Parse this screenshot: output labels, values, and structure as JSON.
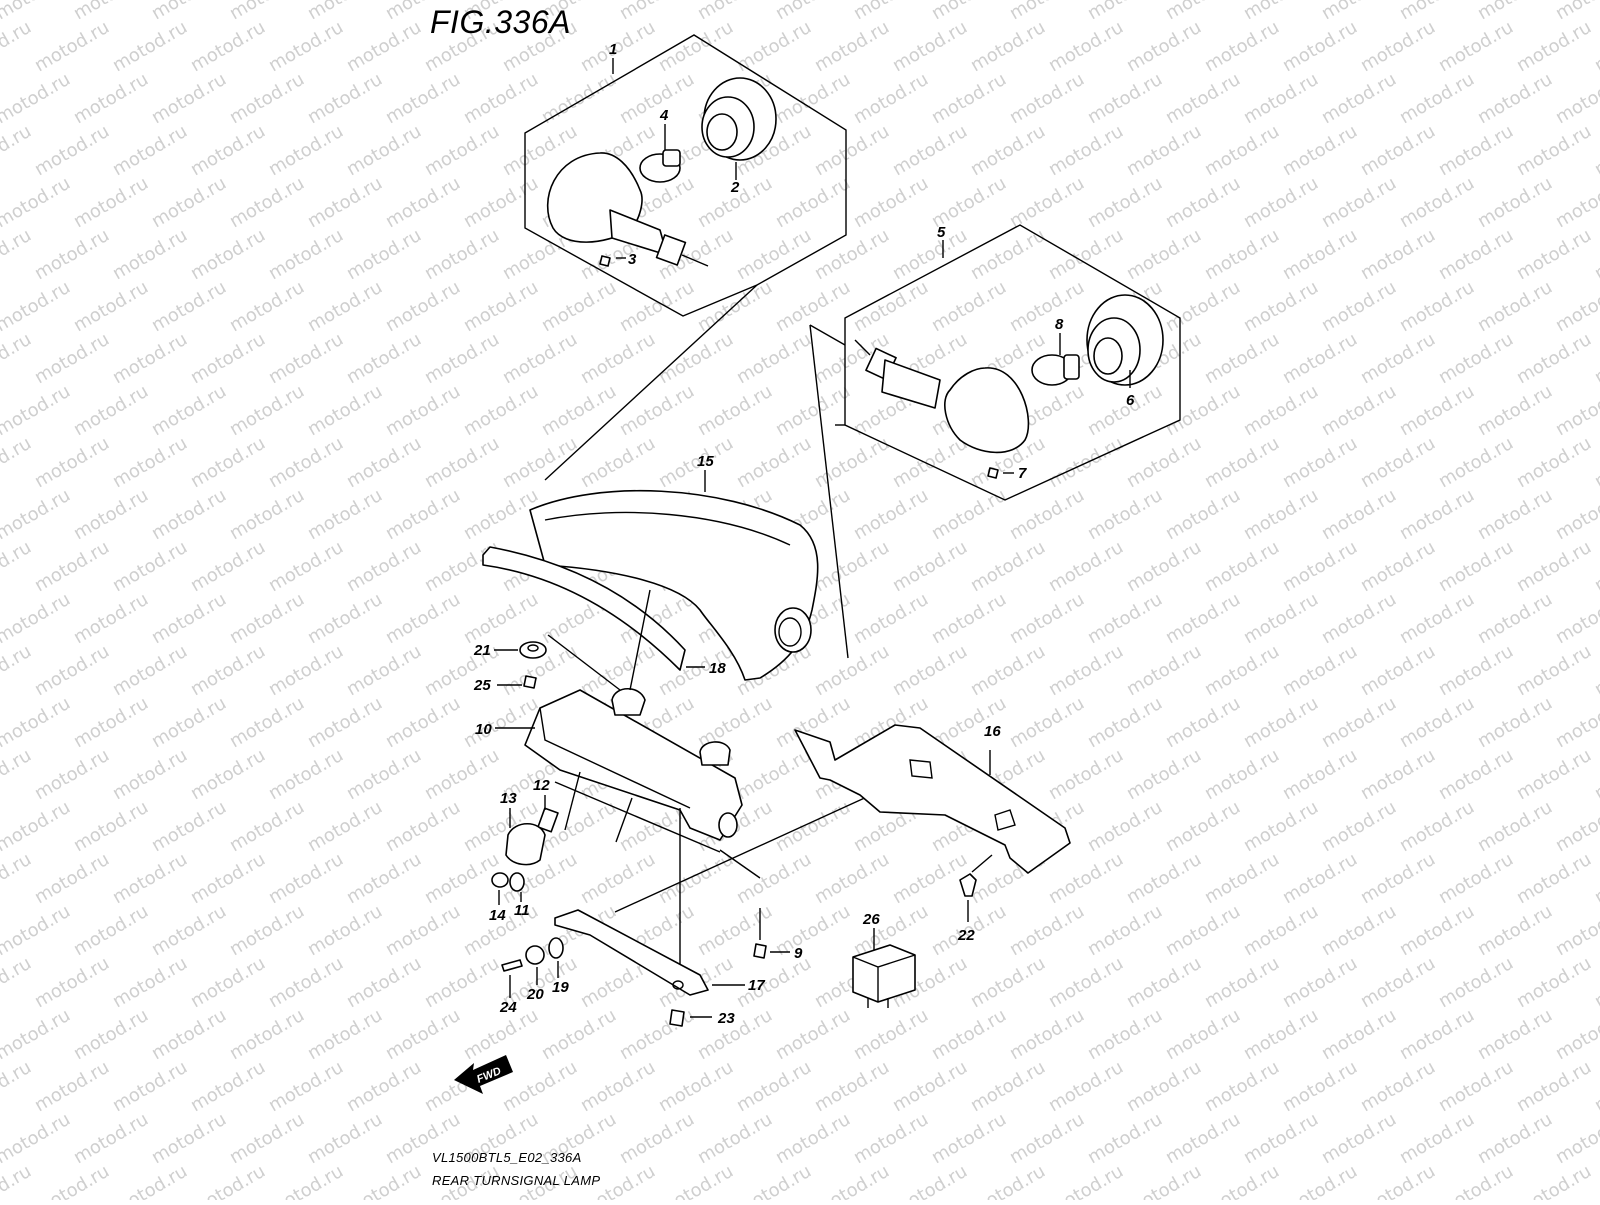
{
  "figure": {
    "title": "FIG.336A",
    "model_code": "VL1500BTL5_E02_336A",
    "name": "REAR TURNSIGNAL LAMP",
    "watermark": "motod.ru",
    "fwd_label": "FWD"
  },
  "part_numbers": {
    "p1": "1",
    "p2": "2",
    "p3": "3",
    "p4": "4",
    "p5": "5",
    "p6": "6",
    "p7": "7",
    "p8": "8",
    "p9": "9",
    "p10": "10",
    "p11": "11",
    "p12": "12",
    "p13": "13",
    "p14": "14",
    "p15": "15",
    "p16": "16",
    "p17": "17",
    "p18": "18",
    "p19": "19",
    "p20": "20",
    "p21": "21",
    "p22": "22",
    "p23": "23",
    "p24": "24",
    "p25": "25",
    "p26": "26"
  },
  "colors": {
    "line": "#000000",
    "background": "#ffffff",
    "watermark": "#cfcfcf"
  }
}
